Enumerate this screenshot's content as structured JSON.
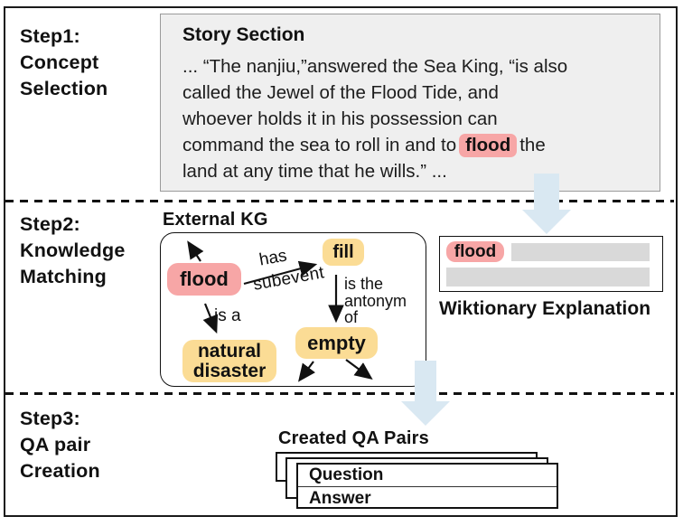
{
  "steps": {
    "step1": {
      "line1": "Step1:",
      "line2": "Concept",
      "line3": "Selection"
    },
    "step2": {
      "line1": "Step2:",
      "line2": "Knowledge",
      "line3": "Matching"
    },
    "step3": {
      "line1": "Step3:",
      "line2": "QA pair",
      "line3": "Creation"
    }
  },
  "story": {
    "title": "Story Section",
    "line1": "... “The nanjiu,”answered the Sea King, “is also",
    "line2": "called the Jewel of the Flood Tide, and",
    "line3": "whoever holds it in his possession can",
    "line4_pre": "command the sea to roll in and to",
    "line4_highlight": "flood",
    "line4_post": "the",
    "line5": "land at any time that he wills.”  ..."
  },
  "kg": {
    "title": "External KG",
    "node_flood": "flood",
    "node_fill": "fill",
    "node_empty": "empty",
    "node_natural_line1": "natural",
    "node_natural_line2": "disaster",
    "edge_has": "has",
    "edge_subevent": "subevent",
    "edge_is_a": "is a",
    "edge_antonym_line1": "is the",
    "edge_antonym_line2": "antonym",
    "edge_antonym_line3": "of"
  },
  "wiktionary": {
    "term": "flood",
    "caption": "Wiktionary Explanation"
  },
  "qa": {
    "title": "Created QA Pairs",
    "question": "Question",
    "answer": "Answer"
  },
  "colors": {
    "concept_highlight_pink": "#F7A6A6",
    "kg_node_yellow": "#FBDC95",
    "flow_arrow_blue": "#D9E8F2",
    "story_box_bg": "#EFEFEF",
    "placeholder_gray": "#D9D9D9"
  }
}
